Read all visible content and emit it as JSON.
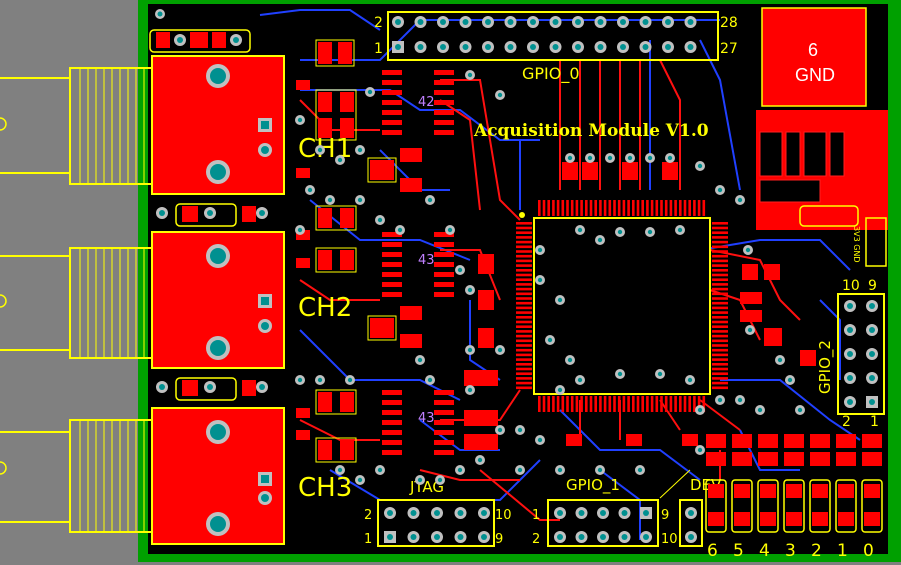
{
  "board": {
    "title": "Acquisition Module V1.0",
    "colors": {
      "background": "#808080",
      "board": "#000000",
      "edge": "#00a000",
      "copper_top": "#ff0000",
      "copper_bottom": "#0000ff",
      "silkscreen": "#ffff00",
      "via": "#00a0a0"
    }
  },
  "channels": [
    {
      "label": "CH1"
    },
    {
      "label": "CH2"
    },
    {
      "label": "CH3"
    }
  ],
  "chip_labels": [
    "42",
    "43",
    "43"
  ],
  "gnd_pad": {
    "number": "6",
    "label": "GND"
  },
  "headers": {
    "gpio0": {
      "label": "GPIO_0",
      "pin_top_left": "2",
      "pin_bottom_left": "1",
      "pin_top_right": "28",
      "pin_bottom_right": "27"
    },
    "gpio1": {
      "label": "GPIO_1",
      "pin_left_top": "1",
      "pin_left_bottom": "2",
      "pin_right_top": "9",
      "pin_right_bottom": "10"
    },
    "gpio2": {
      "label": "GPIO_2",
      "pin_top_left": "10",
      "pin_top_right": "9",
      "pin_bottom_left": "2",
      "pin_bottom_right": "1"
    },
    "jtag": {
      "label": "JTAG",
      "pin_left_top": "2",
      "pin_left_bottom": "1",
      "pin_right_top": "10",
      "pin_right_bottom": "9"
    },
    "dev": {
      "label": "DEV"
    },
    "power": {
      "text": "3V3 GND"
    }
  },
  "led_numbers": [
    "6",
    "5",
    "4",
    "3",
    "2",
    "1",
    "0"
  ]
}
